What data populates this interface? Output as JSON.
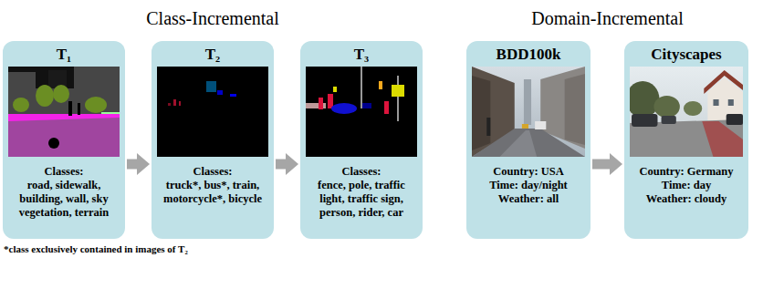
{
  "diagram": {
    "nodes": [
      {
        "text": [
          "T₁",
          "Classes:",
          "road, sidewalk, building, wall, sky vegetation, terrain"
        ]
      },
      {
        "text": [
          "T₂",
          "Classes:",
          "truck*, bus*, train, motorcycle*, bicycle"
        ]
      },
      {
        "text": [
          "T₃",
          "Classes:",
          "fence, pole, traffic light, traffic sign, person, rider, car"
        ]
      },
      {
        "text": [
          "BDD100k",
          "Country: USA",
          "Time: day/night",
          "Weather: all"
        ]
      },
      {
        "text": [
          "Cityscapes",
          "Country: Germany",
          "Time: day",
          "Weather: cloudy"
        ]
      }
    ],
    "edges": [
      {
        "from": 0,
        "to": 1,
        "arrow": "to"
      },
      {
        "from": 1,
        "to": 2,
        "arrow": "to"
      },
      {
        "from": 3,
        "to": 4,
        "arrow": "to"
      }
    ],
    "labels": [
      "Class-Incremental",
      "Domain-Incremental",
      "*class exclusively contained in images of T₂"
    ]
  }
}
